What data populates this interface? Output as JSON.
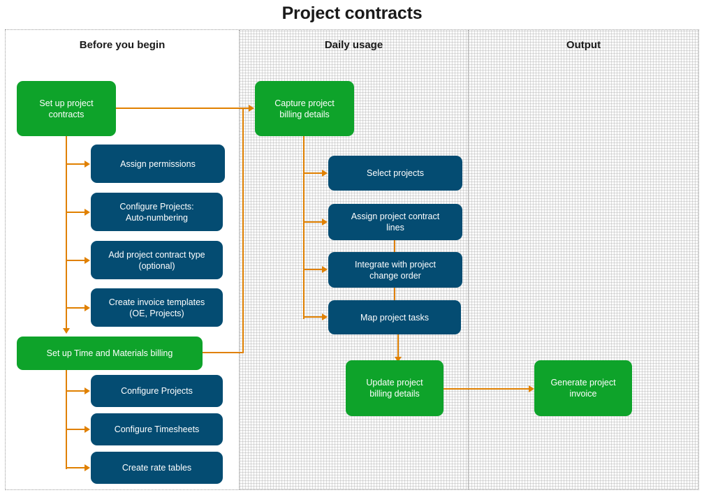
{
  "title": "Project contracts",
  "colors": {
    "green": "#0ea32a",
    "blue": "#044c72",
    "arrow": "#e08000",
    "lane_border": "#9a9a9a",
    "text_dark": "#1a1a1a",
    "node_text": "#ffffff"
  },
  "lanes": [
    {
      "id": "before-you-begin",
      "label": "Before you begin"
    },
    {
      "id": "daily-usage",
      "label": "Daily usage"
    },
    {
      "id": "output",
      "label": "Output"
    }
  ],
  "diagram": {
    "type": "flowchart",
    "nodes": [
      {
        "id": "set-up-project-contracts",
        "label": "Set up project\ncontracts",
        "kind": "green",
        "lane": "before-you-begin"
      },
      {
        "id": "assign-permissions",
        "label": "Assign permissions",
        "kind": "blue",
        "lane": "before-you-begin"
      },
      {
        "id": "configure-projects-auto-numbering",
        "label": "Configure Projects:\nAuto-numbering",
        "kind": "blue",
        "lane": "before-you-begin"
      },
      {
        "id": "add-project-contract-type",
        "label": "Add project contract type\n(optional)",
        "kind": "blue",
        "lane": "before-you-begin"
      },
      {
        "id": "create-invoice-templates",
        "label": "Create invoice templates\n(OE, Projects)",
        "kind": "blue",
        "lane": "before-you-begin"
      },
      {
        "id": "set-up-time-and-materials-billing",
        "label": "Set up Time and Materials billing",
        "kind": "green",
        "lane": "before-you-begin"
      },
      {
        "id": "configure-projects",
        "label": "Configure Projects",
        "kind": "blue",
        "lane": "before-you-begin"
      },
      {
        "id": "configure-timesheets",
        "label": "Configure Timesheets",
        "kind": "blue",
        "lane": "before-you-begin"
      },
      {
        "id": "create-rate-tables",
        "label": "Create rate tables",
        "kind": "blue",
        "lane": "before-you-begin"
      },
      {
        "id": "capture-project-billing-details",
        "label": "Capture project\nbilling details",
        "kind": "green",
        "lane": "daily-usage"
      },
      {
        "id": "select-projects",
        "label": "Select projects",
        "kind": "blue",
        "lane": "daily-usage"
      },
      {
        "id": "assign-project-contract-lines",
        "label": "Assign project contract\nlines",
        "kind": "blue",
        "lane": "daily-usage"
      },
      {
        "id": "integrate-with-project-change-order",
        "label": "Integrate with project\nchange order",
        "kind": "blue",
        "lane": "daily-usage"
      },
      {
        "id": "map-project-tasks",
        "label": "Map project tasks",
        "kind": "blue",
        "lane": "daily-usage"
      },
      {
        "id": "update-project-billing-details",
        "label": "Update project\nbilling details",
        "kind": "green",
        "lane": "daily-usage"
      },
      {
        "id": "generate-project-invoice",
        "label": "Generate project\ninvoice",
        "kind": "green",
        "lane": "output"
      }
    ],
    "edges": [
      {
        "from": "set-up-project-contracts",
        "to": "capture-project-billing-details"
      },
      {
        "from": "set-up-project-contracts",
        "to": "assign-permissions"
      },
      {
        "from": "set-up-project-contracts",
        "to": "configure-projects-auto-numbering"
      },
      {
        "from": "set-up-project-contracts",
        "to": "add-project-contract-type"
      },
      {
        "from": "set-up-project-contracts",
        "to": "create-invoice-templates"
      },
      {
        "from": "set-up-project-contracts",
        "to": "set-up-time-and-materials-billing"
      },
      {
        "from": "set-up-time-and-materials-billing",
        "to": "configure-projects"
      },
      {
        "from": "set-up-time-and-materials-billing",
        "to": "configure-timesheets"
      },
      {
        "from": "set-up-time-and-materials-billing",
        "to": "create-rate-tables"
      },
      {
        "from": "set-up-time-and-materials-billing",
        "to": "capture-project-billing-details"
      },
      {
        "from": "capture-project-billing-details",
        "to": "select-projects"
      },
      {
        "from": "capture-project-billing-details",
        "to": "assign-project-contract-lines"
      },
      {
        "from": "capture-project-billing-details",
        "to": "integrate-with-project-change-order"
      },
      {
        "from": "capture-project-billing-details",
        "to": "map-project-tasks"
      },
      {
        "from": "assign-project-contract-lines",
        "to": "integrate-with-project-change-order"
      },
      {
        "from": "integrate-with-project-change-order",
        "to": "map-project-tasks"
      },
      {
        "from": "map-project-tasks",
        "to": "update-project-billing-details"
      },
      {
        "from": "update-project-billing-details",
        "to": "generate-project-invoice"
      }
    ]
  }
}
